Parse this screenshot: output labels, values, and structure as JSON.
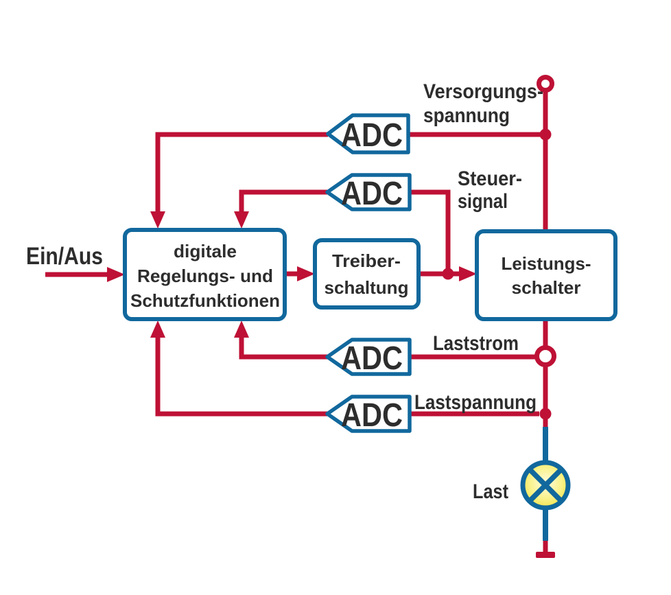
{
  "colors": {
    "canvas_bg": "#ffffff",
    "line_red": "#be1135",
    "shape_blue": "#11689d",
    "text_dark": "#2d2d2d",
    "lamp_center": "#fffce0",
    "lamp_edge": "#f0e03c"
  },
  "nodes": {
    "controller": {
      "lines": [
        "digitale",
        "Regelungs- und",
        "Schutzfunktionen"
      ]
    },
    "driver": {
      "lines": [
        "Treiber-",
        "schaltung"
      ]
    },
    "power_switch": {
      "lines": [
        "Leistungs-",
        "schalter"
      ]
    },
    "adc": {
      "label": "ADC"
    }
  },
  "labels": {
    "on_off": "Ein/Aus",
    "supply_voltage": {
      "lines": [
        "Versorgungs-",
        "spannung"
      ]
    },
    "control_signal": {
      "lines": [
        "Steuer-",
        "signal"
      ]
    },
    "load_current": "Laststrom",
    "load_voltage": "Lastspannung",
    "load": "Last"
  }
}
